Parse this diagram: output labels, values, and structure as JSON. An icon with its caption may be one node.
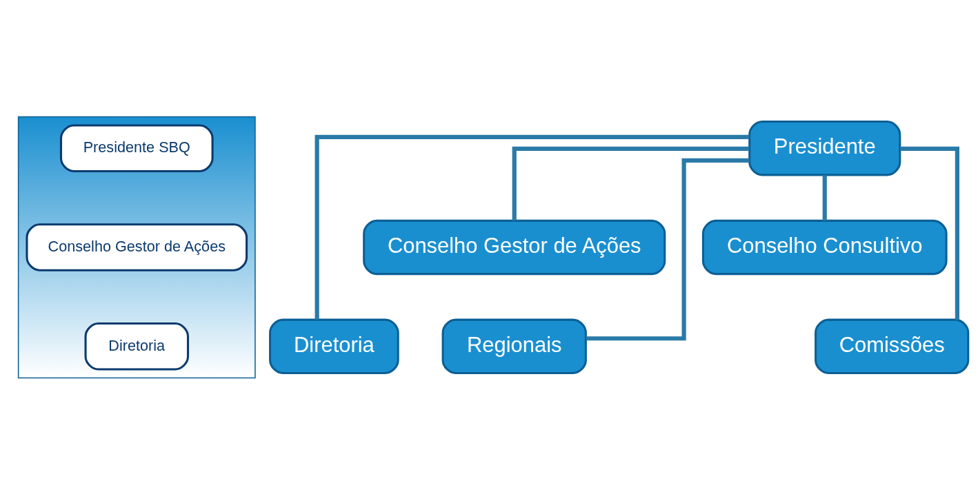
{
  "diagram": {
    "nodes": [
      {
        "text": [],
        "shape": "triangle"
      },
      {
        "text": [
          "Presidente SBQ"
        ],
        "in": 0
      },
      {
        "text": [
          "Conselho Gestor de Ações"
        ],
        "in": 0
      },
      {
        "text": [
          "Diretoria"
        ],
        "in": 0
      },
      {
        "text": [
          "Presidente"
        ]
      },
      {
        "text": [
          "Conselho Gestor de Ações"
        ]
      },
      {
        "text": [
          "Conselho Consultivo"
        ]
      },
      {
        "text": [
          "Diretoria"
        ]
      },
      {
        "text": [
          "Regionais"
        ]
      },
      {
        "text": [
          "Comissões"
        ]
      }
    ],
    "edges": [
      {
        "from": 4,
        "to": 5,
        "arrow": "none"
      },
      {
        "from": 4,
        "to": 6,
        "arrow": "none"
      },
      {
        "from": 4,
        "to": 7,
        "arrow": "none"
      },
      {
        "from": 4,
        "to": 8,
        "arrow": "none"
      },
      {
        "from": 4,
        "to": 9,
        "arrow": "none"
      }
    ]
  }
}
